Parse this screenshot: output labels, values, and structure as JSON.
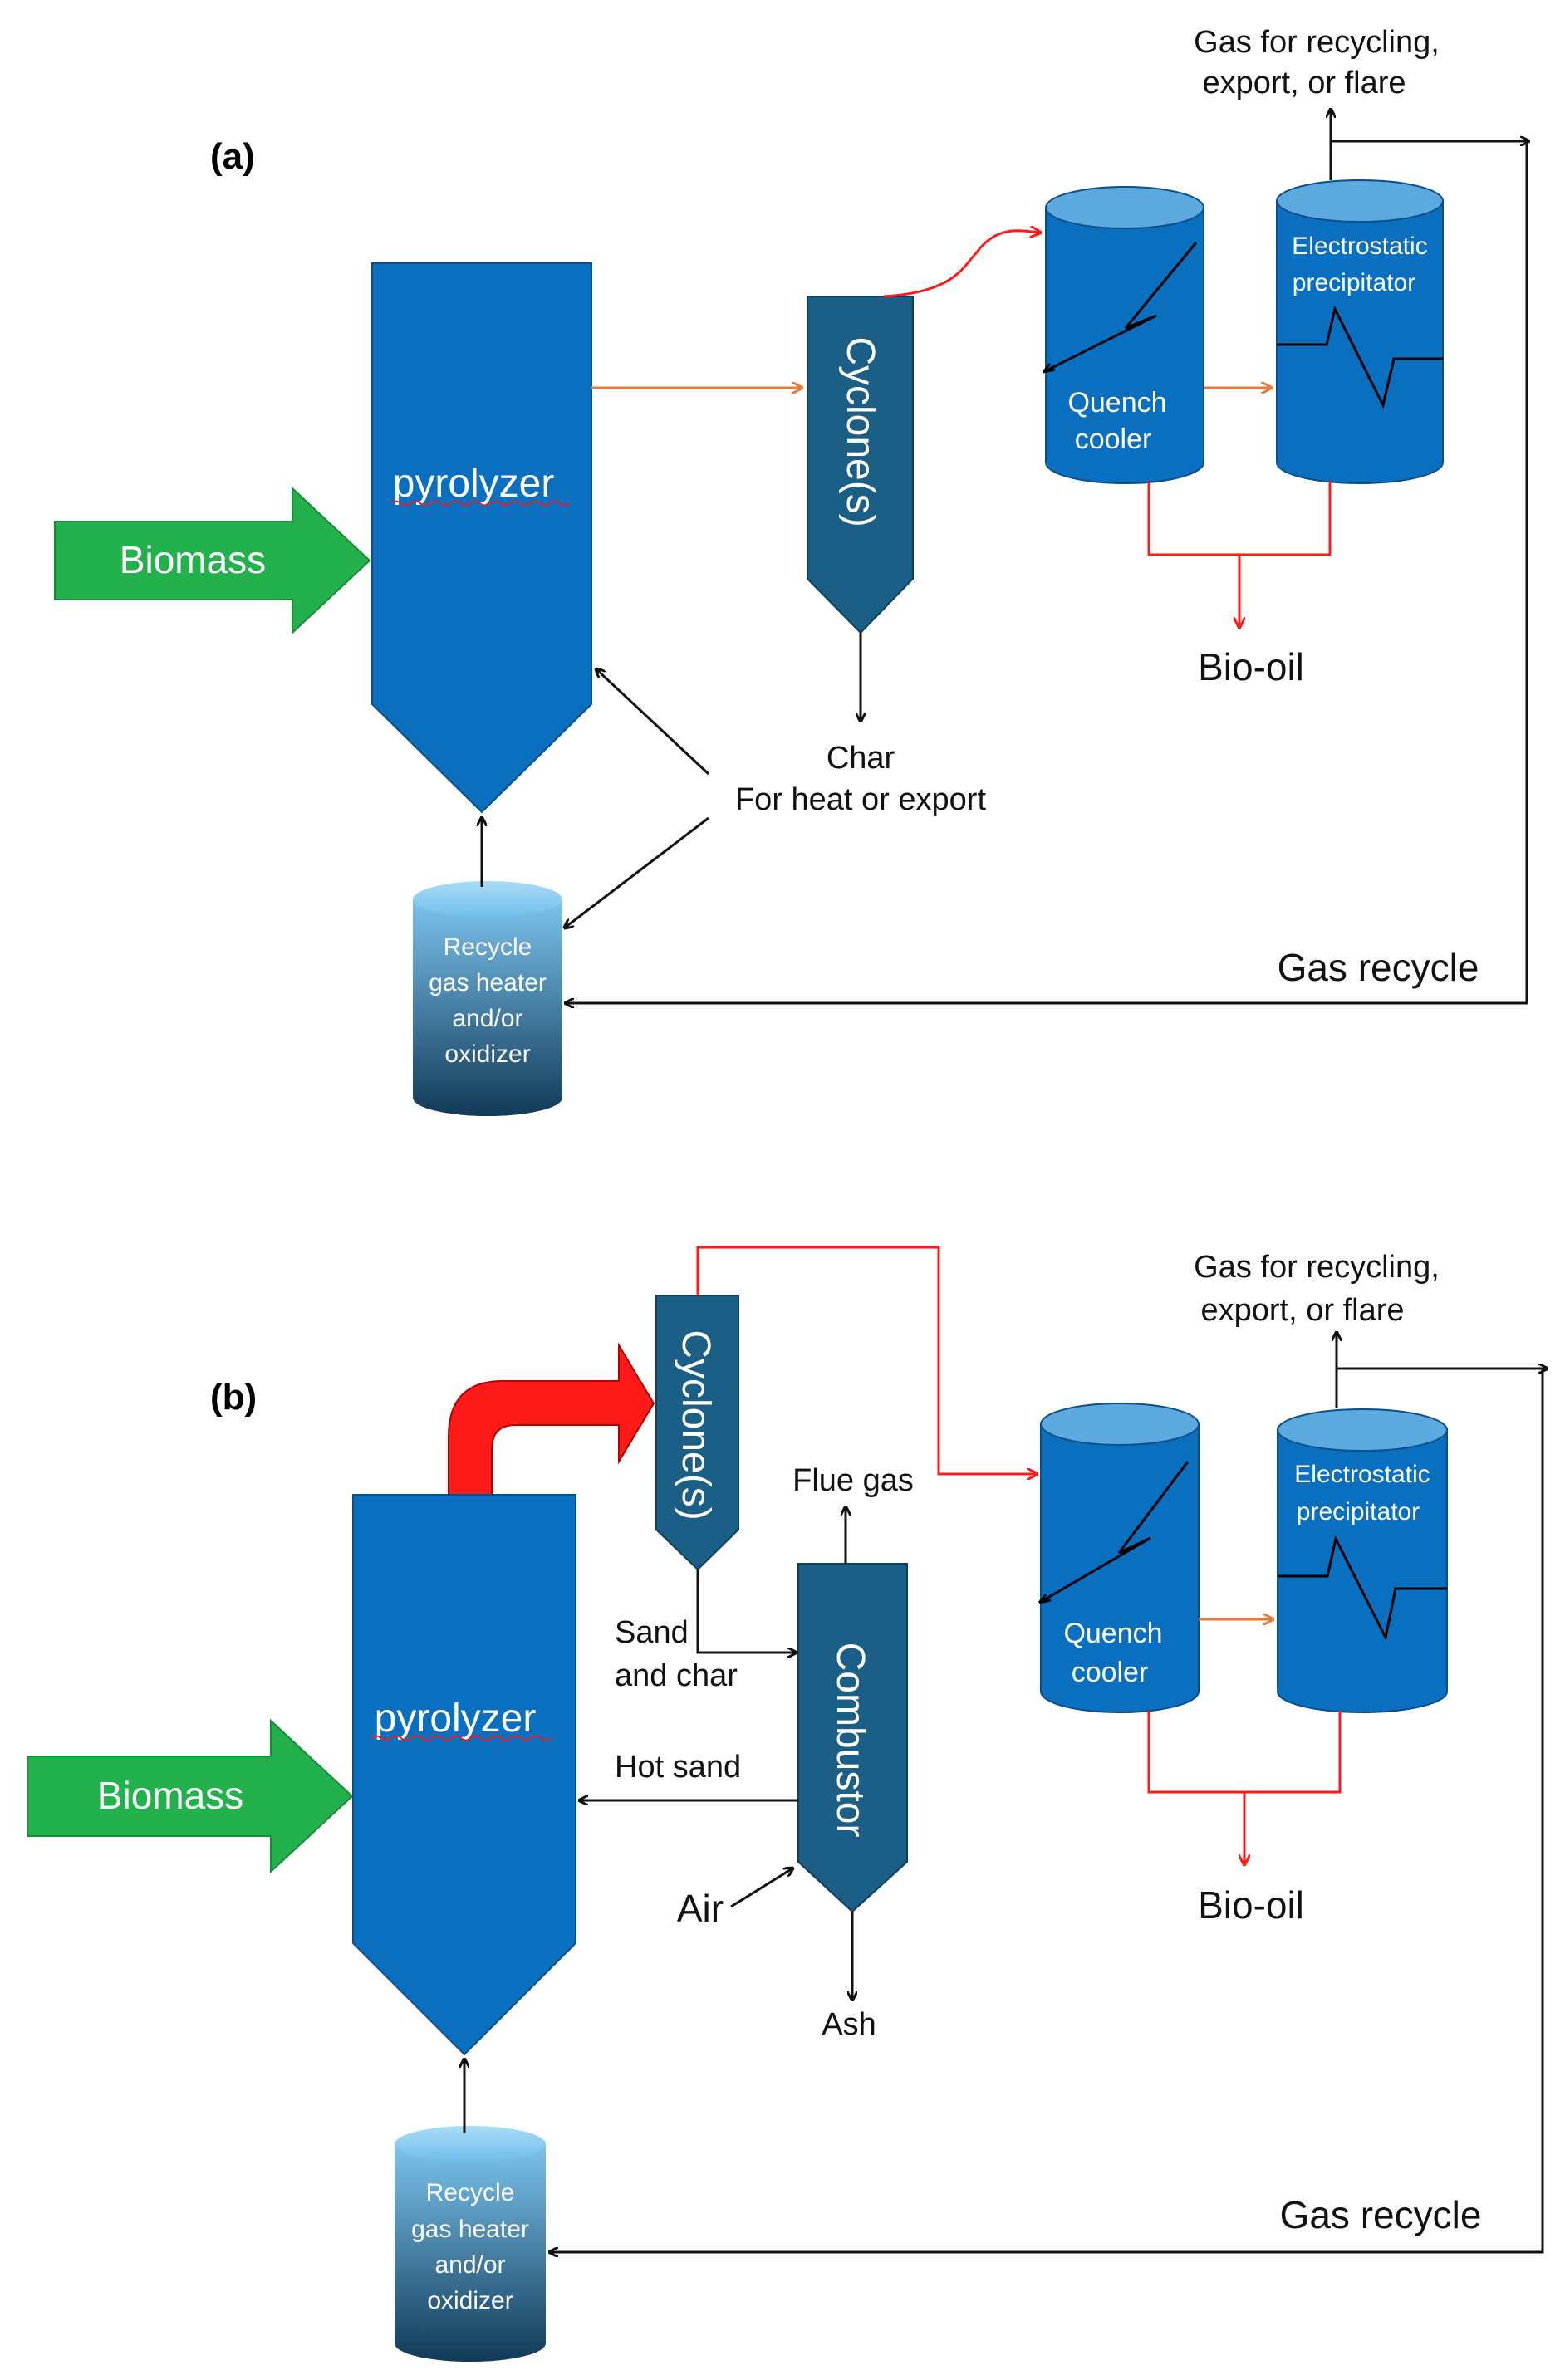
{
  "panels": {
    "a": {
      "label": "(a)",
      "biomass": "Biomass",
      "pyrolyzer": "pyrolyzer",
      "cyclone": "Cyclone(s)",
      "quench_line1": "Quench",
      "quench_line2": "cooler",
      "esp_line1": "Electrostatic",
      "esp_line2": "precipitator",
      "gas_out_line1": "Gas for recycling,",
      "gas_out_line2": "export, or flare",
      "bio_oil": "Bio-oil",
      "char_line1": "Char",
      "char_line2": "For heat or export",
      "heater_line1": "Recycle",
      "heater_line2": "gas heater",
      "heater_line3": "and/or",
      "heater_line4": "oxidizer",
      "gas_recycle": "Gas recycle"
    },
    "b": {
      "label": "(b)",
      "biomass": "Biomass",
      "pyrolyzer": "pyrolyzer",
      "cyclone": "Cyclone(s)",
      "combustor": "Combustor",
      "flue_gas": "Flue gas",
      "sand_char_line1": "Sand",
      "sand_char_line2": "and char",
      "hot_sand": "Hot sand",
      "air": "Air",
      "ash": "Ash",
      "quench_line1": "Quench",
      "quench_line2": "cooler",
      "esp_line1": "Electrostatic",
      "esp_line2": "precipitator",
      "gas_out_line1": "Gas for recycling,",
      "gas_out_line2": "export, or flare",
      "bio_oil": "Bio-oil",
      "heater_line1": "Recycle",
      "heater_line2": "gas heater",
      "heater_line3": "and/or",
      "heater_line4": "oxidizer",
      "gas_recycle": "Gas recycle"
    }
  },
  "colors": {
    "vessel_blue": "#0b6fc0",
    "cyclone_teal": "#1b5f86",
    "biomass_green": "#22b14c",
    "red_flow": "#ff1a1a",
    "orange_flow": "#e87b3b",
    "heater_top": "#7cc4ee",
    "heater_bottom": "#113a58"
  }
}
